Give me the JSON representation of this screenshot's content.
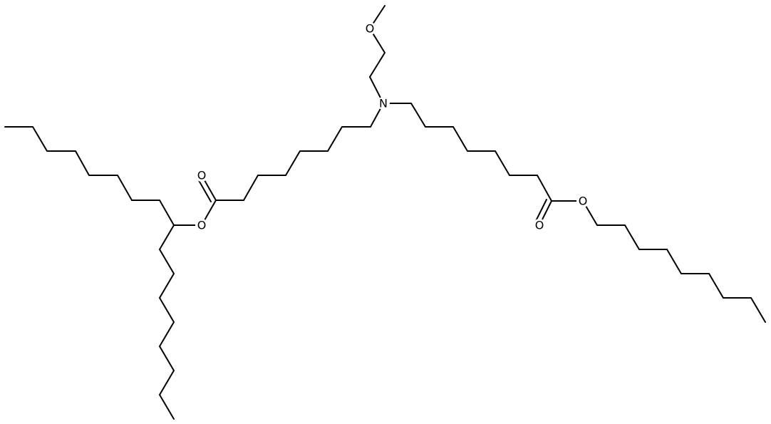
{
  "structure": {
    "style": {
      "bond_color": "#000000",
      "background": "#ffffff"
    },
    "atom_labels": {
      "methoxy_oxygen": "O",
      "nitrogen": "N",
      "left_ester_carbonyl_oxygen": "O",
      "left_ester_ether_oxygen": "O",
      "right_ester_carbonyl_oxygen": "O",
      "right_ester_ether_oxygen": "O"
    }
  }
}
